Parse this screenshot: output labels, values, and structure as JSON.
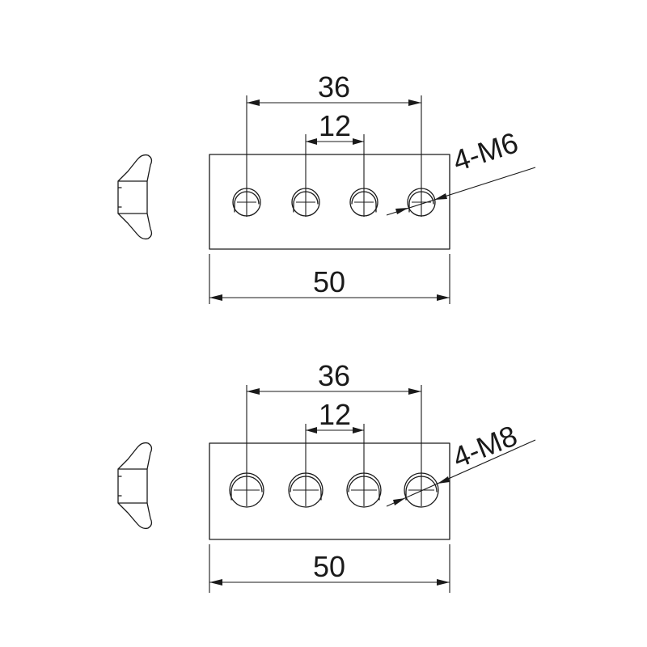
{
  "views": [
    {
      "dim_outer": "36",
      "dim_inner": "12",
      "dim_width": "50",
      "thread_label": "4-M6"
    },
    {
      "dim_outer": "36",
      "dim_inner": "12",
      "dim_width": "50",
      "thread_label": "4-M8"
    }
  ]
}
